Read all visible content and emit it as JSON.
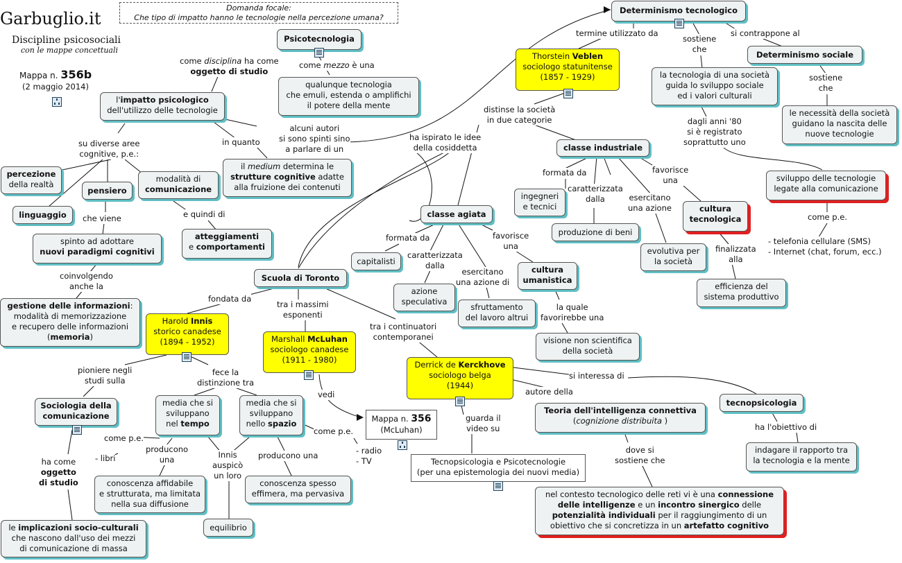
{
  "header": {
    "logo_title": "Garbuglio.it",
    "logo_subtitle": "Discipline psicosociali",
    "logo_tagline": "con le mappe concettuali",
    "map_prefix": "Mappa n.",
    "map_number": "356b",
    "map_date": "(2 maggio 2014)",
    "focal_title": "Domanda focale:",
    "focal_question": "Che tipo di impatto hanno le tecnologie nella percezione umana?"
  },
  "nodes": {
    "determinismo_tecnologico": "Determinismo tecnologico",
    "psicotecnologia": "Psicotecnologia",
    "qualunque_tecnologia": "qualunque tecnologia\nche emuli, estenda o amplifichi\nil potere della mente",
    "impatto_1": "l'",
    "impatto_2": "impatto psicologico",
    "impatto_3": "\ndell'utilizzo delle tecnologie",
    "veblen_1": "Thorstein ",
    "veblen_2": "Veblen",
    "veblen_3": "\nsociologo statunitense\n(1857 - 1929)",
    "determinismo_sociale": "Determinismo sociale",
    "tecnologia_societa": "la tecnologia di una società\nguida lo sviluppo sociale\ned i valori culturali",
    "necessita_societa": "le necessità della società\nguidano la nascita delle\nnuove tecnologie",
    "percezione_1": "percezione",
    "percezione_2": "\ndella realtà",
    "pensiero": "pensiero",
    "modalita_1": "modalità di\n",
    "modalita_2": "comunicazione",
    "medium_1": "il ",
    "medium_2": "medium",
    "medium_3": "  determina le\n",
    "medium_4": "strutture cognitive",
    "medium_5": " adatte\nalla fruizione dei contenuti",
    "classe_industriale": "classe industriale",
    "sviluppo_tecnologie": "sviluppo delle tecnologie\nlegate alla comunicazione",
    "linguaggio": "linguaggio",
    "ingegneri": "ingegneri\ne tecnici",
    "atteggiamenti_1": "atteggiamenti",
    "atteggiamenti_2": "\ne ",
    "atteggiamenti_3": "comportamenti",
    "classe_agiata": "classe agiata",
    "cultura_tecnologica": "cultura\ntecnologica",
    "produzione_beni": "produzione di beni",
    "spinto_1": "spinto ad adottare\n",
    "spinto_2": "nuovi paradigmi cognitivi",
    "capitalisti": "capitalisti",
    "evolutiva": "evolutiva per\nla società",
    "scuola_toronto": "Scuola di Toronto",
    "cultura_umanistica": "cultura\numanistica",
    "azione_speculativa": "azione\nspeculativa",
    "efficienza": "efficienza del\nsistema produttivo",
    "gestione_1": "gestione delle informazioni",
    "gestione_2": ":\nmodalità di memorizzazione\ne recupero delle informazioni\n(",
    "gestione_3": "memoria",
    "gestione_4": ")",
    "sfruttamento": "sfruttamento\ndel lavoro altrui",
    "innis_1": "Harold ",
    "innis_2": "Innis",
    "innis_3": "\nstorico canadese\n(1894 - 1952)",
    "mcluhan_1": "Marshall ",
    "mcluhan_2": "McLuhan",
    "mcluhan_3": "\nsociologo canadese\n(1911 - 1980)",
    "visione": "visione non scientifica\ndella società",
    "kerckhove_1": "Derrick de ",
    "kerckhove_2": "Kerckhove",
    "kerckhove_3": "\nsociologo belga\n(1944)",
    "sociologia_comunicazione": "Sociologia della\ncomunicazione",
    "media_tempo_1": "media che si\nsviluppano\nnel ",
    "media_tempo_2": "tempo",
    "media_spazio_1": "media che si\nsviluppano\nnello ",
    "media_spazio_2": "spazio",
    "mappa356_1": "Mappa n. ",
    "mappa356_2": "356",
    "mappa356_3": "\n(McLuhan)",
    "teoria_1": "Teoria dell'intelligenza connettiva",
    "teoria_2": "\n(",
    "teoria_3": "cognizione distribuita",
    "teoria_4": " )",
    "tecnopsicologia": "tecnopsicologia",
    "indagare": "indagare il rapporto tra\nla tecnologia e la mente",
    "tecnopsicologia_video": "Tecnopsicologia e Psicotecnologie\n(per una epistemologia dei nuovi media)",
    "conoscenza_affidabile": "conoscenza affidabile\ne strutturata, ma limitata\nnella sua diffusione",
    "conoscenza_effimera": "conoscenza spesso\neffimera, ma pervasiva",
    "implicazioni_1": "le ",
    "implicazioni_2": "implicazioni socio-culturali",
    "implicazioni_3": "\nche nascono dall'uso dei mezzi\ndi comunicazione di massa",
    "equilibrio": "equilibrio",
    "contesto_1": "nel contesto tecnologico delle reti vi è una ",
    "contesto_2": "connessione\ndelle intelligenze",
    "contesto_3": " e un ",
    "contesto_4": "incontro sinergico",
    "contesto_5": " delle\n",
    "contesto_6": "potenzialità individuali",
    "contesto_7": " per il raggiungimento di un\nobiettivo che si concretizza in un ",
    "contesto_8": "artefatto cognitivo"
  },
  "labels": {
    "termine_utilizzato": "termine utilizzato da",
    "sostiene_che": "sostiene\nche",
    "si_contrappone": "si contrappone al",
    "sostiene_che_2": "sostiene\nche",
    "come_disciplina_1": "come ",
    "come_disciplina_2": "disciplina",
    "come_disciplina_3": "  ha come\n",
    "come_disciplina_4": "oggetto di studio",
    "come_mezzo_1": "come ",
    "come_mezzo_2": "mezzo",
    "come_mezzo_3": "  è una",
    "alcuni_autori": "alcuni autori\nsi sono spinti sino\na parlare di un",
    "ha_ispirato": "ha ispirato le idee\ndella cosiddetta",
    "distingue": "distinse la società\nin due categorie",
    "dagli_anni": "dagli anni '80\nsi è registrato\nsoprattutto uno",
    "su_diverse_aree": "su diverse aree\ncognitive, p.e.:",
    "in_quanto": "in quanto",
    "formata_da": "formata da",
    "caratterizzata": "caratterizzata\ndalla",
    "favorisce": "favorisce\nuna",
    "esercitano": "esercitano\nuna azione",
    "come_pe": "come p.e.",
    "che_viene": "che viene",
    "e_quindi_di": "e quindi di",
    "telefonia": "- telefonia cellulare (SMS)\n- Internet (chat, forum, ecc.)",
    "formata_da_2": "formata da",
    "caratterizzata_2": "caratterizzata\ndalla",
    "favorisce_2": "favorisce\nuna",
    "finalizzata": "finalizzata\nalla",
    "esercitano_2": "esercitano\nuna azione di",
    "coinvolgendo": "coinvolgendo\nanche la",
    "fondata_da": "fondata da",
    "tra_massimi": "tra i massimi\nesponenti",
    "tra_continuatori": "tra i continuatori\ncontemporanei",
    "la_quale": "la quale\nfavorirebbe una",
    "pioniere": "pioniere negli\nstudi sulla",
    "fece_la": "fece la\ndistinzione tra",
    "si_interessa": "si interessa di",
    "autore_della": "autore della",
    "vedi": "vedi",
    "guarda_il": "guarda il\nvideo su",
    "ha_obiettivo": "ha l'obiettivo di",
    "come_pe_2": "come p.e.",
    "libri": "- libri",
    "come_pe_3": "come p.e.",
    "radio_tv": "- radio\n- TV",
    "producono": "producono\nuna",
    "innis_auspico": "Innis\nauspicò\nun loro",
    "producono_2": "producono una",
    "dove_si": "dove si\nsostiene che",
    "ha_come_1": "ha come\n",
    "ha_come_2": "oggetto\ndi studio"
  },
  "colors": {
    "accent_shadow": "#5fbfc4",
    "highlight": "#ffff00",
    "warn_shadow": "#e02020",
    "node_fill": "#eef2f2"
  },
  "icons": [
    "document-icon",
    "tree-map-icon"
  ]
}
